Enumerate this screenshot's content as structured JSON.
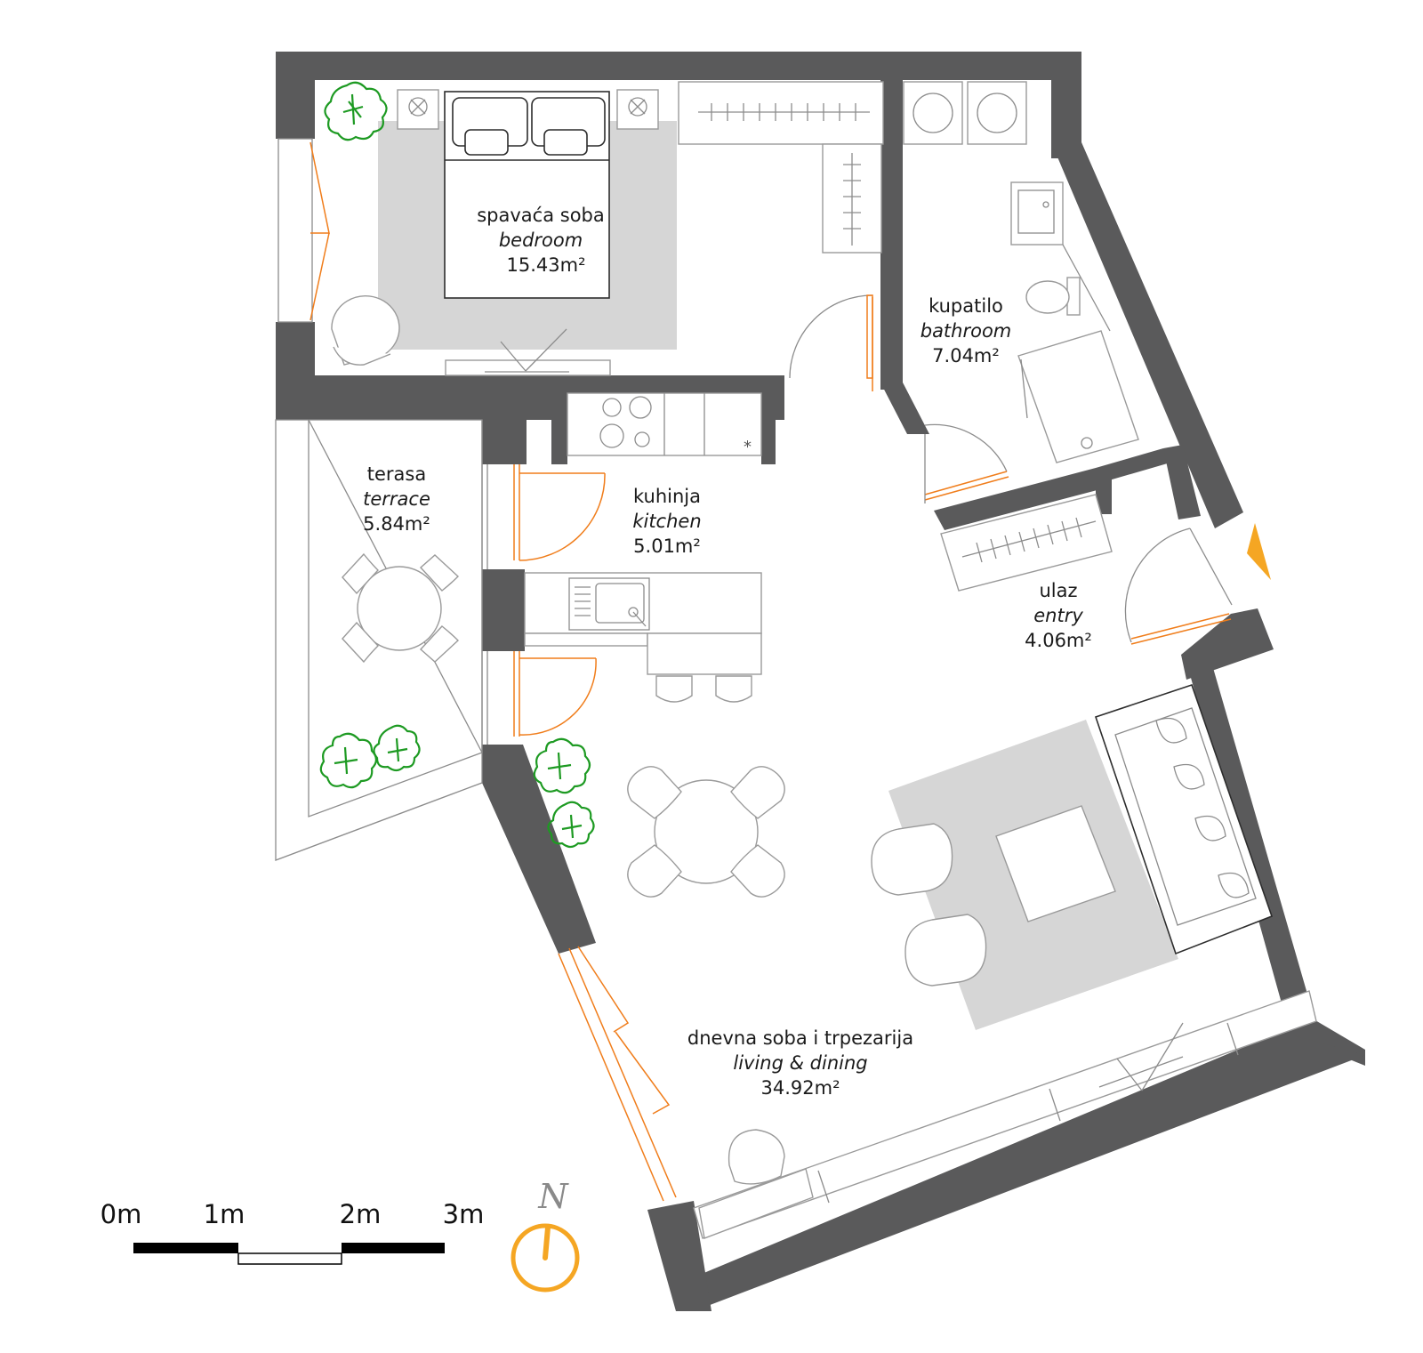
{
  "rooms": {
    "bedroom": {
      "name": "spavaća soba",
      "name_en": "bedroom",
      "area": "15.43m²"
    },
    "bathroom": {
      "name": "kupatilo",
      "name_en": "bathroom",
      "area": "7.04m²"
    },
    "terrace": {
      "name": "terasa",
      "name_en": "terrace",
      "area": "5.84m²"
    },
    "kitchen": {
      "name": "kuhinja",
      "name_en": "kitchen",
      "area": "5.01m²"
    },
    "entry": {
      "name": "ulaz",
      "name_en": "entry",
      "area": "4.06m²"
    },
    "living": {
      "name": "dnevna soba i trpezarija",
      "name_en": "living & dining",
      "area": "34.92m²"
    }
  },
  "scale_bar": {
    "labels": [
      "0m",
      "1m",
      "2m",
      "3m"
    ]
  },
  "north_arrow": {
    "label": "N",
    "icon": "compass-icon"
  },
  "colors": {
    "wall": "#5a5a5b",
    "rug": "#d6d6d6",
    "door_window": "#f07d1b",
    "plants": "#1d9a22",
    "north_arrow": "#f5a623",
    "entry_marker": "#f5a623"
  }
}
